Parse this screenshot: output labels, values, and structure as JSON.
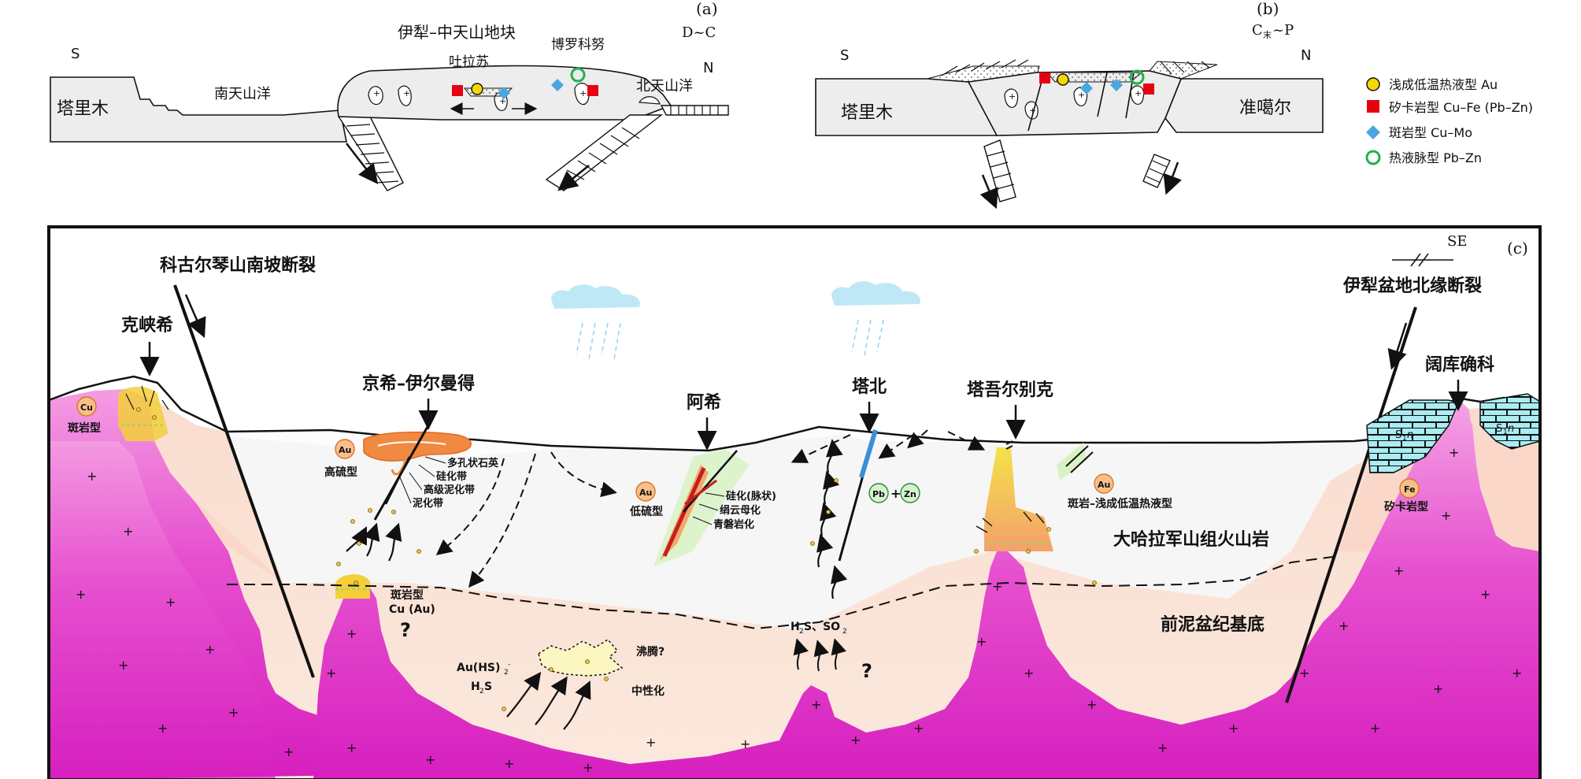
{
  "panel_a": {
    "label": "(a)",
    "age": "D~C",
    "south": "S",
    "north": "N",
    "tarim": "塔里木",
    "south_ocean": "南天山洋",
    "block": "伊犁–中天山地块",
    "tulasu": "吐拉苏",
    "boluokenu": "博罗科努",
    "north_ocean": "北天山洋"
  },
  "panel_b": {
    "label": "(b)",
    "age_main": "C",
    "age_sub": "末",
    "age_tail": "~P",
    "south": "S",
    "north": "N",
    "tarim": "塔里木",
    "junggar": "准噶尔"
  },
  "legend": [
    {
      "symbol": "yellow-circle",
      "label": "浅成低温热液型 Au",
      "color": "#f5d800"
    },
    {
      "symbol": "red-square",
      "label": "矽卡岩型 Cu–Fe (Pb–Zn)",
      "color": "#e60012"
    },
    {
      "symbol": "blue-diamond",
      "label": "斑岩型 Cu–Mo",
      "color": "#4aa6e0"
    },
    {
      "symbol": "green-ring",
      "label": "热液脉型 Pb–Zn",
      "color": "#22b14c"
    }
  ],
  "panel_c": {
    "label": "(c)",
    "se": "SE",
    "fault_left": "科古尔琴山南坡断裂",
    "fault_right": "伊犁盆地北缘断裂",
    "kexiaxi": "克峡希",
    "jingxi": "京希–伊尔曼得",
    "axi": "阿希",
    "tabei": "塔北",
    "tawuerbieke": "塔吾尔别克",
    "kuokuqueke": "阔库确科",
    "cu_badge": "Cu",
    "porphyry_left": "斑岩型",
    "au_badge": "Au",
    "high_s": "高硫型",
    "porous_quartz": "多孔状石英",
    "silic_zone": "硅化带",
    "adv_argillic": "高级泥化带",
    "argillic": "泥化带",
    "low_s": "低硫型",
    "silic_vein": "硅化(脉状)",
    "sericite": "绢云母化",
    "propylitic": "青磐岩化",
    "pb": "Pb",
    "zn": "Zn",
    "au_right": "Au",
    "porphyry_epi": "斑岩–浅成低温热液型",
    "volcanics": "大哈拉军山组火山岩",
    "basement": "前泥盆纪基底",
    "porphyry_cu_au_1": "斑岩型",
    "porphyry_cu_au_2": "Cu (Au)",
    "qmark": "?",
    "auhs": "Au(HS)",
    "auhs_sub": "2",
    "auhs_sup": "-",
    "h2s_h": "H",
    "h2s_2": "2",
    "h2s_s": "S",
    "boiling": "沸腾?",
    "neutral": "中性化",
    "gas_left": "H",
    "gas_sub1": "2",
    "gas_mid": "S、SO",
    "gas_sub2": "2",
    "sn": "S",
    "sn_sub": "1",
    "sn_tail": "n",
    "fe": "Fe",
    "skarn": "矽卡岩型"
  }
}
